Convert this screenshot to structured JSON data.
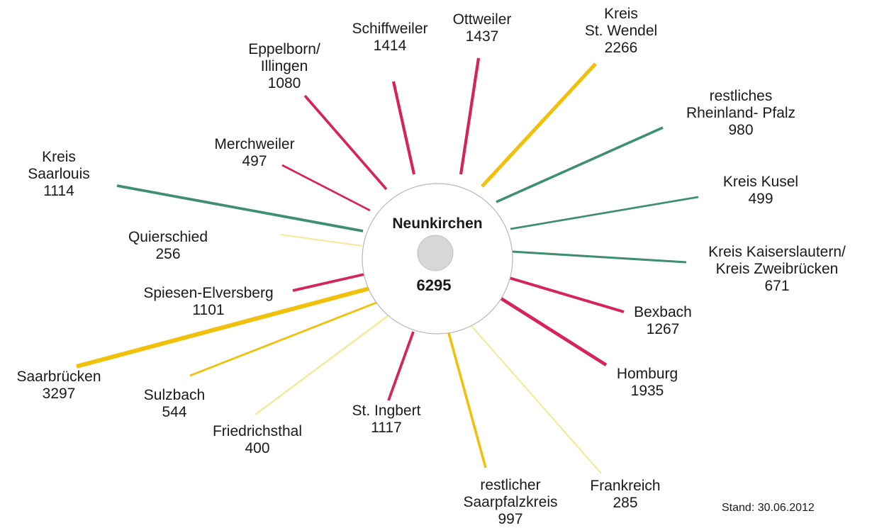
{
  "colors": {
    "red": "#d6245a",
    "green": "#3d8f6d",
    "yellow": "#f0c00a",
    "pale_yellow": "#f3ea9a",
    "circle_stroke": "#b8b8b8",
    "inner_circle": "#d7d7d7"
  },
  "center": {
    "name": "Neunkirchen",
    "value": "6295"
  },
  "stand": "Stand: 30.06.2012",
  "spokes": [
    {
      "id": "schiffweiler",
      "lines": [
        "Schiffweiler",
        "1414"
      ],
      "value": 1414,
      "color": "red"
    },
    {
      "id": "ottweiler",
      "lines": [
        "Ottweiler",
        "1437"
      ],
      "value": 1437,
      "color": "red"
    },
    {
      "id": "kreis-st-wendel",
      "lines": [
        "Kreis",
        "St. Wendel",
        "2266"
      ],
      "value": 2266,
      "color": "yellow"
    },
    {
      "id": "restliches-rheinland-pfalz",
      "lines": [
        "restliches",
        "Rheinland- Pfalz",
        "980"
      ],
      "value": 980,
      "color": "green"
    },
    {
      "id": "kreis-kusel",
      "lines": [
        "Kreis Kusel",
        "499"
      ],
      "value": 499,
      "color": "green"
    },
    {
      "id": "kreis-kaiserslautern",
      "lines": [
        "Kreis Kaiserslautern/",
        "Kreis Zweibrücken",
        "671"
      ],
      "value": 671,
      "color": "green"
    },
    {
      "id": "bexbach",
      "lines": [
        "Bexbach",
        "1267"
      ],
      "value": 1267,
      "color": "red"
    },
    {
      "id": "homburg",
      "lines": [
        "Homburg",
        "1935"
      ],
      "value": 1935,
      "color": "red"
    },
    {
      "id": "frankreich",
      "lines": [
        "Frankreich",
        "285"
      ],
      "value": 285,
      "color": "pale_yellow"
    },
    {
      "id": "restlicher-saarpfalzkreis",
      "lines": [
        "restlicher",
        "Saarpfalzkreis",
        "997"
      ],
      "value": 997,
      "color": "yellow"
    },
    {
      "id": "st-ingbert",
      "lines": [
        "St. Ingbert",
        "1117"
      ],
      "value": 1117,
      "color": "red"
    },
    {
      "id": "friedrichsthal",
      "lines": [
        "Friedrichsthal",
        "400"
      ],
      "value": 400,
      "color": "pale_yellow"
    },
    {
      "id": "sulzbach",
      "lines": [
        "Sulzbach",
        "544"
      ],
      "value": 544,
      "color": "yellow"
    },
    {
      "id": "saarbruecken",
      "lines": [
        "Saarbrücken",
        "3297"
      ],
      "value": 3297,
      "color": "yellow"
    },
    {
      "id": "spiesen-elversberg",
      "lines": [
        "Spiesen-Elversberg",
        "1101"
      ],
      "value": 1101,
      "color": "red"
    },
    {
      "id": "quierschied",
      "lines": [
        "Quierschied",
        "256"
      ],
      "value": 256,
      "color": "pale_yellow"
    },
    {
      "id": "kreis-saarlouis",
      "lines": [
        "Kreis",
        "Saarlouis",
        "1114"
      ],
      "value": 1114,
      "color": "green"
    },
    {
      "id": "merchweiler",
      "lines": [
        "Merchweiler",
        "497"
      ],
      "value": 497,
      "color": "red"
    },
    {
      "id": "eppelborn-illingen",
      "lines": [
        "Eppelborn/",
        "Illingen",
        "1080"
      ],
      "value": 1080,
      "color": "red"
    }
  ]
}
